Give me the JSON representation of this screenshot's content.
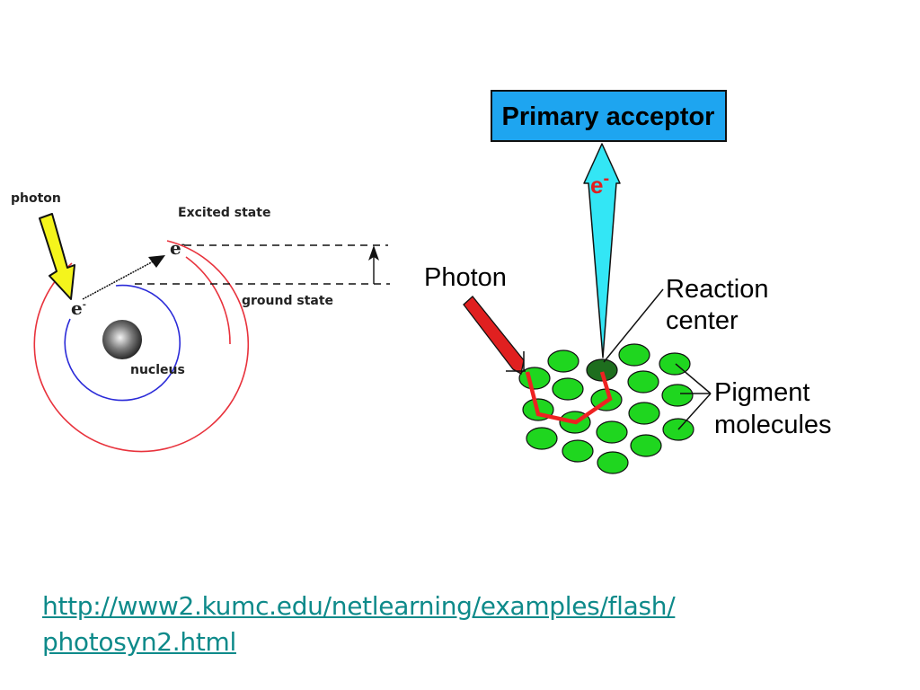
{
  "left_diagram": {
    "photon_label": "photon",
    "excited_state_label": "Excited state",
    "ground_state_label": "ground state",
    "nucleus_label": "nucleus",
    "electron_ground": "e",
    "electron_excited": "e",
    "electron_superscript": "-",
    "colors": {
      "outer_orbit": "#e8323c",
      "inner_orbit": "#2b2bd8",
      "photon_arrow": "#f4f41c"
    }
  },
  "right_diagram": {
    "acceptor_label": "Primary acceptor",
    "electron_label": "e",
    "electron_superscript": "-",
    "photon_label": "Photon",
    "reaction_center_line1": "Reaction",
    "reaction_center_line2": "center",
    "pigment_line1": "Pigment",
    "pigment_line2": "molecules",
    "colors": {
      "acceptor_box": "#1ea5f0",
      "electron_arrow": "#33e6f5",
      "photon_arrow": "#e02020",
      "pigment": "#1fd61f",
      "reaction_center": "#1e6e1e",
      "energy_path": "#ee2222"
    }
  },
  "link": {
    "line1": "http://www2.kumc.edu/netlearning/examples/flash/",
    "line2": "photosyn2.html"
  }
}
